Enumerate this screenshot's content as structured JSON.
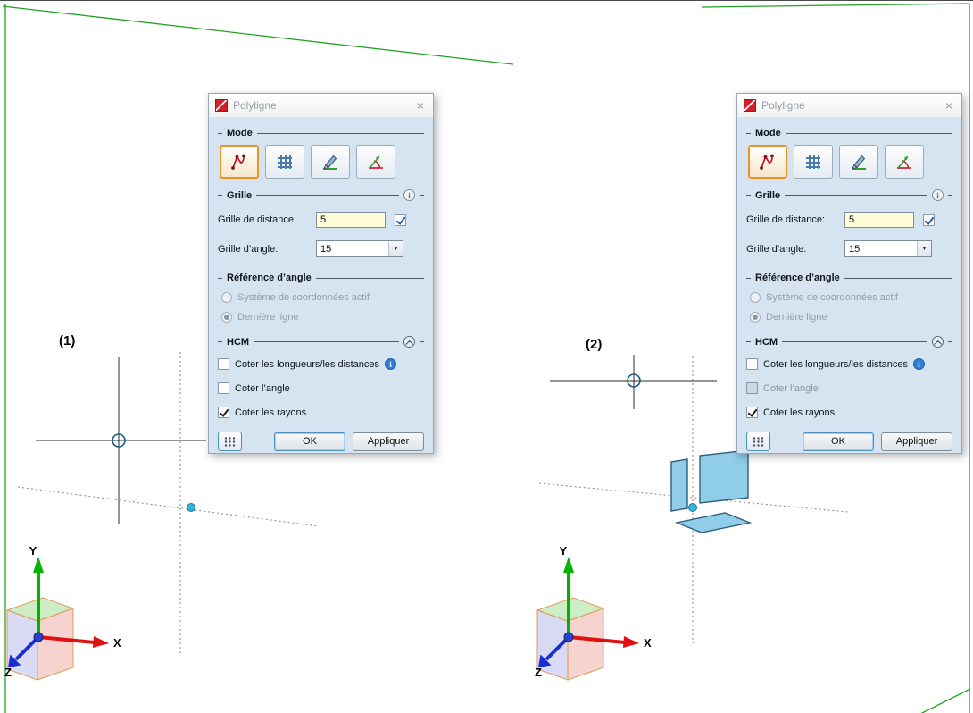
{
  "scene": {
    "view1_label": "(1)",
    "view2_label": "(2)",
    "axis": {
      "x": "X",
      "y": "Y",
      "z": "Z"
    },
    "colors": {
      "sheet_outline": "#23a223",
      "construction_line": "#8f8f8f",
      "snap_point": "#35b6d8",
      "plane_fill": "#8fcde8",
      "axis_x": "#e01010",
      "axis_y": "#00b400",
      "axis_z": "#1a2ed0"
    }
  },
  "dialog": {
    "title": "Polyligne",
    "icons": {
      "close": "×",
      "info": "i",
      "dropdown": "▼"
    },
    "mode": {
      "label": "Mode"
    },
    "grille": {
      "label": "Grille",
      "distance_label": "Grille de distance:",
      "distance_value": "5",
      "angle_label": "Grille d’angle:",
      "angle_value": "15"
    },
    "reference": {
      "label": "Référence d’angle",
      "option_coord_system": "Système de coordonnées actif",
      "option_last_line": "Dernière ligne"
    },
    "hcm": {
      "label": "HCM",
      "cb_lengths": "Coter les longueurs/les distances",
      "cb_angle": "Coter l’angle",
      "cb_radii": "Coter les rayons"
    },
    "footer": {
      "ok": "OK",
      "apply": "Appliquer"
    }
  }
}
